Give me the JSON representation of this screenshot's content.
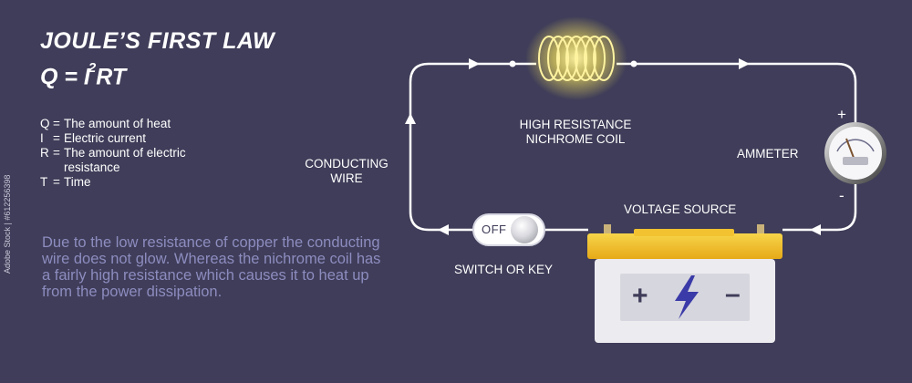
{
  "title": "JOULE’S FIRST LAW",
  "formula": {
    "left": "Q = I",
    "exponent": "2",
    "right": "RT"
  },
  "legend": [
    {
      "symbol": "Q",
      "description": "The amount of heat"
    },
    {
      "symbol": "I",
      "description": "Electric current"
    },
    {
      "symbol": "R",
      "description": "The amount of electric resistance"
    },
    {
      "symbol": "T",
      "description": "Time"
    }
  ],
  "explanation": "Due to the low resistance of copper the conducting wire does not glow. Whereas the nichrome coil has a fairly high resistance which causes it to heat up from the power dissipation.",
  "labels": {
    "coil": "HIGH RESISTANCE\nNICHROME COIL",
    "wire": "CONDUCTING\nWIRE",
    "ammeter": "AMMETER",
    "voltage": "VOLTAGE SOURCE",
    "switch": "SWITCH OR KEY",
    "switch_state": "OFF",
    "ammeter_plus": "+",
    "ammeter_minus": "-",
    "battery_plus": "+",
    "battery_minus": "–"
  },
  "credit": "Adobe Stock | #612256398",
  "colors": {
    "background": "#3f3d59",
    "wire": "#ffffff",
    "coil_glow": "#f5e35a",
    "battery_top": "#f2c230",
    "battery_body": "#ecebef",
    "bolt": "#3a3aa8",
    "explanation_text": "#8d8cbf"
  },
  "icons": [
    "lightning-bolt-icon",
    "direction-arrow-icon",
    "ammeter-gauge-icon"
  ]
}
